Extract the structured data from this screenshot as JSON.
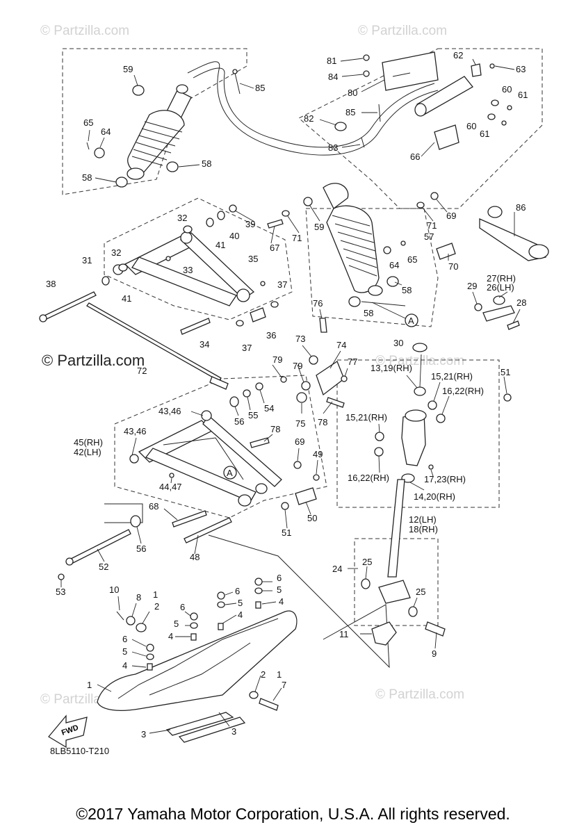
{
  "watermarks": {
    "small": "© Partzilla.com",
    "main": "© Partzilla.com"
  },
  "diagram_code": "8LB5110-T210",
  "fwd_label": "FWD",
  "copyright": "©2017 Yamaha Motor Corporation, U.S.A. All rights reserved.",
  "callouts": {
    "c59a": "59",
    "c85a": "85",
    "c65a": "65",
    "c64a": "64",
    "c58a": "58",
    "c58b": "58",
    "c81": "81",
    "c84": "84",
    "c80": "80",
    "c82": "82",
    "c85b": "85",
    "c83": "83",
    "c62": "62",
    "c63": "63",
    "c60a": "60",
    "c61a": "61",
    "c60b": "60",
    "c61b": "61",
    "c66": "66",
    "c32a": "32",
    "c31": "31",
    "c32b": "32",
    "c33": "33",
    "c38": "38",
    "c41a": "41",
    "c41b": "41",
    "c40": "40",
    "c39": "39",
    "c35": "35",
    "c37a": "37",
    "c37b": "37",
    "c36": "36",
    "c34": "34",
    "c72": "72",
    "c67": "67",
    "c71a": "71",
    "c59b": "59",
    "c69a": "69",
    "c71b": "71",
    "c57": "57",
    "c64b": "64",
    "c65b": "65",
    "c70": "70",
    "c58c": "58",
    "c58d": "58",
    "c86": "86",
    "c27": "27(RH)",
    "c26": "26(LH)",
    "c29": "29",
    "c28": "28",
    "c76": "76",
    "c73": "73",
    "c74": "74",
    "c79a": "79",
    "c79b": "79",
    "c77": "77",
    "c75": "75",
    "c78a": "78",
    "c54": "54",
    "c55": "55",
    "c56a": "56",
    "c43a": "43,46",
    "c30": "30",
    "c13": "13,19(RH)",
    "c15a": "15,21(RH)",
    "c16a": "16,22(RH)",
    "c51a": "51",
    "c15b": "15,21(RH)",
    "c43b": "43,46",
    "c45": "45(RH)",
    "c42": "42(LH)",
    "c78b": "78",
    "c69b": "69",
    "c49": "49",
    "c16b": "16,22(RH)",
    "c17": "17,23(RH)",
    "c14": "14,20(RH)",
    "c44": "44,47",
    "c68": "68",
    "c51b": "51",
    "c50": "50",
    "c12": "12(LH)",
    "c18": "18(RH)",
    "c56b": "56",
    "c48": "48",
    "c52": "52",
    "c53": "53",
    "c24": "24",
    "c25a": "25",
    "c25b": "25",
    "c10": "10",
    "c8": "8",
    "c1a": "1",
    "c2a": "2",
    "c6a": "6",
    "c5a": "5",
    "c4a": "4",
    "c6b": "6",
    "c5b": "5",
    "c4b": "4",
    "c6c": "6",
    "c5c": "5",
    "c4c": "4",
    "c6d": "6",
    "c5d": "5",
    "c4d": "4",
    "c11": "11",
    "c9": "9",
    "c1b": "1",
    "c2b": "2",
    "c1c": "1",
    "c7": "7",
    "c3a": "3",
    "c3b": "3",
    "refA1": "A",
    "refA2": "A"
  }
}
